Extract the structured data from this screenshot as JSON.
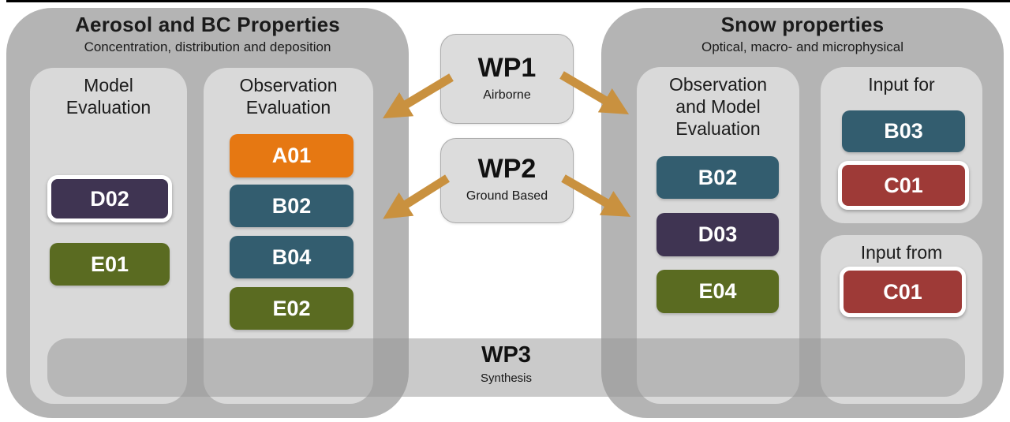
{
  "colors": {
    "outer_panel": "#b4b4b4",
    "inner_panel": "#d9d9d9",
    "wp_box": "#dcdcdc",
    "teal": "#335d6f",
    "purple": "#3f3452",
    "olive": "#5a6b21",
    "orange": "#e67812",
    "red": "#9e3a37",
    "arrow": "#c9913f"
  },
  "left_panel": {
    "title": "Aerosol and BC Properties",
    "subtitle": "Concentration, distribution and deposition",
    "model_evaluation": {
      "title": "Model Evaluation",
      "items": [
        {
          "label": "D02",
          "highlighted": true
        },
        {
          "label": "E01",
          "highlighted": false
        }
      ]
    },
    "observation_evaluation": {
      "title": "Observation Evaluation",
      "items": [
        {
          "label": "A01",
          "highlighted": false
        },
        {
          "label": "B02",
          "highlighted": false
        },
        {
          "label": "B04",
          "highlighted": false
        },
        {
          "label": "E02",
          "highlighted": false
        }
      ]
    }
  },
  "work_packages": {
    "wp1": {
      "title": "WP1",
      "subtitle": "Airborne"
    },
    "wp2": {
      "title": "WP2",
      "subtitle": "Ground Based"
    },
    "wp3": {
      "title": "WP3",
      "subtitle": "Synthesis"
    }
  },
  "right_panel": {
    "title": "Snow properties",
    "subtitle": "Optical, macro- and microphysical",
    "observation_model_evaluation": {
      "title": "Observation and Model Evaluation",
      "items": [
        {
          "label": "B02",
          "highlighted": false
        },
        {
          "label": "D03",
          "highlighted": false
        },
        {
          "label": "E04",
          "highlighted": false
        }
      ]
    },
    "input_for": {
      "title": "Input for",
      "items": [
        {
          "label": "B03",
          "highlighted": false
        },
        {
          "label": "C01",
          "highlighted": true
        }
      ]
    },
    "input_from": {
      "title": "Input from",
      "items": [
        {
          "label": "C01",
          "highlighted": true
        }
      ]
    }
  }
}
